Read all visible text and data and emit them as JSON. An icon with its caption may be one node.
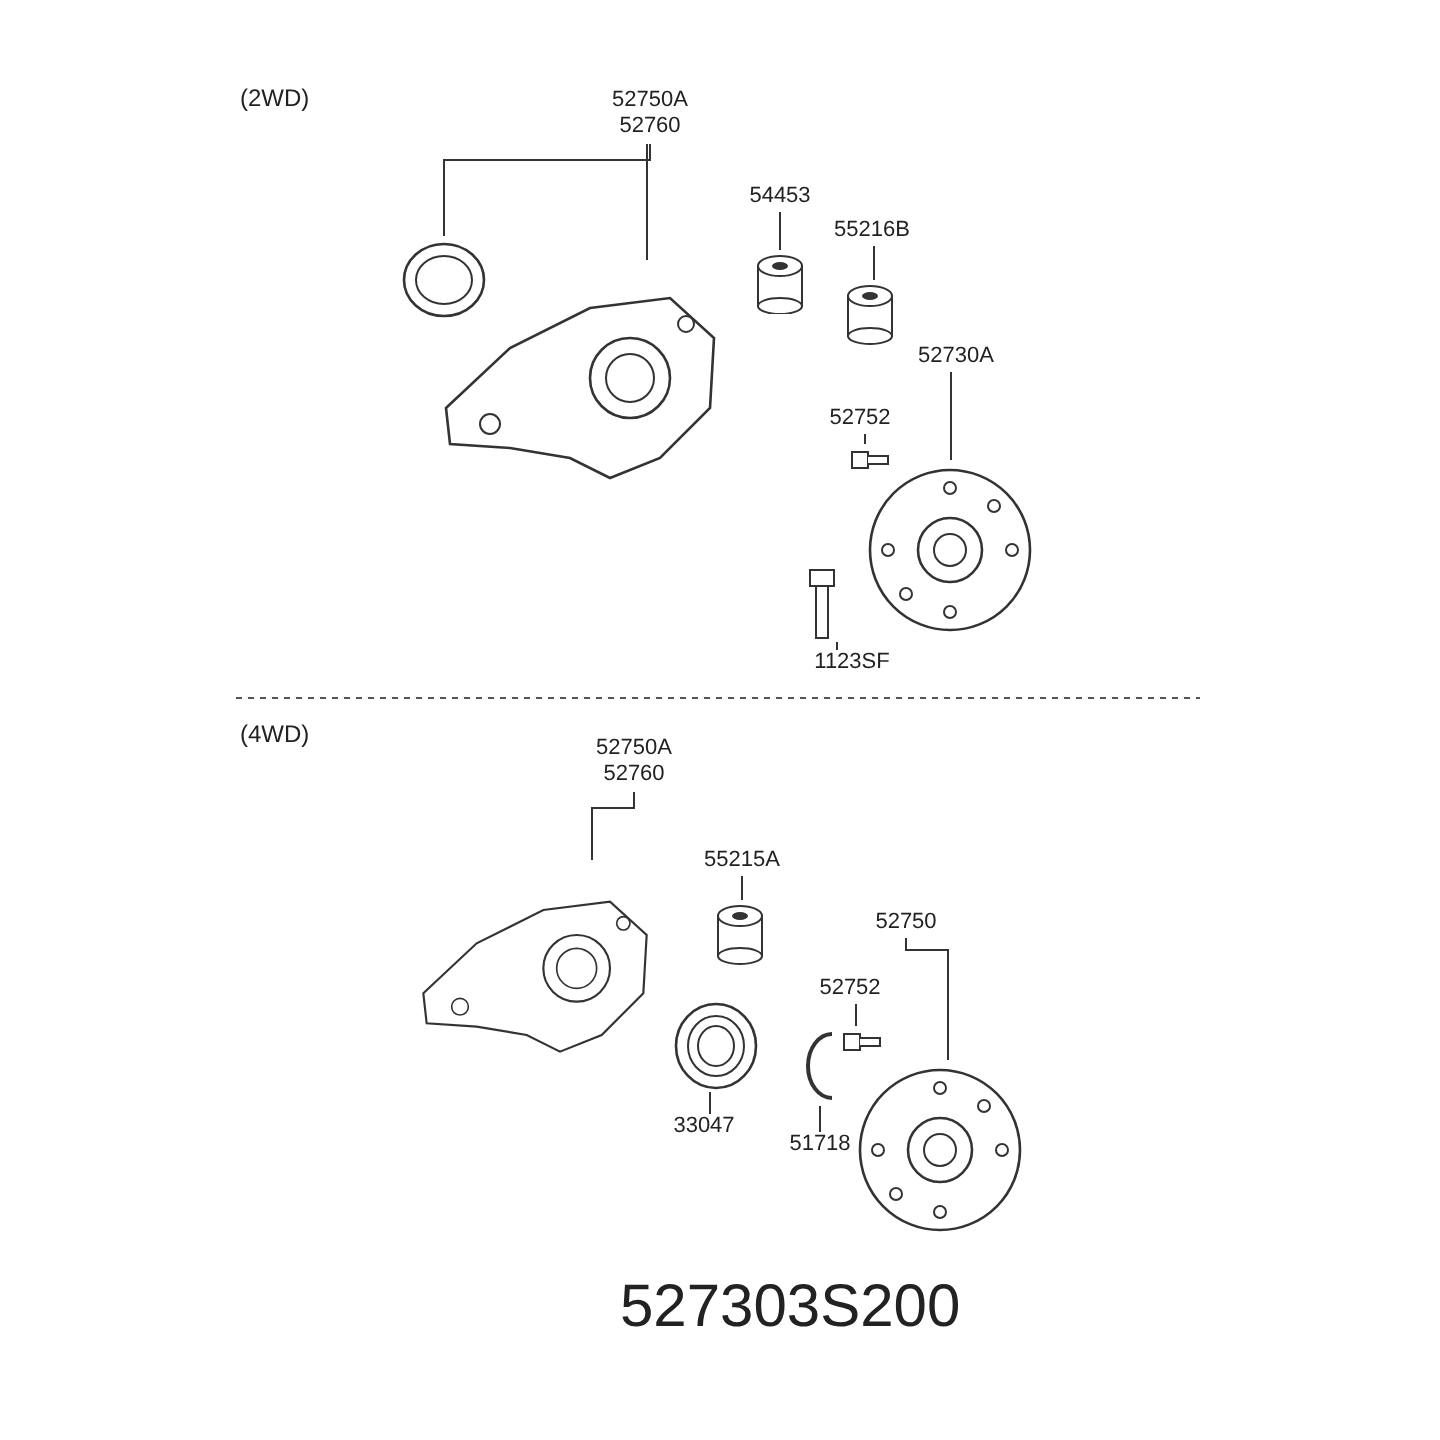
{
  "diagram": {
    "nodes": [
      {
        "text": [
          "52750A",
          "52760"
        ]
      },
      {
        "text": [
          "54453"
        ]
      },
      {
        "text": [
          "55216B"
        ]
      },
      {
        "text": [],
        "shape": "picture"
      },
      {
        "text": [],
        "shape": "picture"
      },
      {
        "text": [],
        "shape": "cylinder"
      },
      {
        "text": [],
        "shape": "cylinder"
      },
      {
        "text": [
          "52730A"
        ]
      },
      {
        "text": [
          "52752"
        ]
      },
      {
        "text": [],
        "shape": "picture"
      },
      {
        "text": [],
        "shape": "picture"
      },
      {
        "text": [],
        "shape": "picture"
      },
      {
        "text": [
          "1123SF"
        ]
      },
      {
        "text": [
          "52750A",
          "52760"
        ]
      },
      {
        "text": [
          "55215A"
        ]
      },
      {
        "text": [],
        "shape": "picture"
      },
      {
        "text": [],
        "shape": "cylinder"
      },
      {
        "text": [
          "52750"
        ]
      },
      {
        "text": [
          "52752"
        ]
      },
      {
        "text": [],
        "shape": "picture"
      },
      {
        "text": [],
        "shape": "picture"
      },
      {
        "text": [],
        "shape": "picture"
      },
      {
        "text": [],
        "shape": "picture"
      },
      {
        "text": [
          "33047"
        ]
      },
      {
        "text": [
          "51718"
        ]
      }
    ],
    "edges": [
      {
        "from": 0,
        "to": 3,
        "arrow": "none"
      },
      {
        "from": 0,
        "to": 4,
        "arrow": "none"
      },
      {
        "from": 1,
        "to": 5,
        "arrow": "none"
      },
      {
        "from": 2,
        "to": 6,
        "arrow": "none"
      },
      {
        "from": 7,
        "to": 10,
        "arrow": "none"
      },
      {
        "from": 8,
        "to": 9,
        "arrow": "none"
      },
      {
        "from": 12,
        "to": 11,
        "arrow": "none"
      },
      {
        "from": 13,
        "to": 15,
        "arrow": "none"
      },
      {
        "from": 14,
        "to": 16,
        "arrow": "none"
      },
      {
        "from": 17,
        "to": 22,
        "arrow": "none"
      },
      {
        "from": 18,
        "to": 21,
        "arrow": "none"
      },
      {
        "from": 23,
        "to": 19,
        "arrow": "none"
      },
      {
        "from": 24,
        "to": 20,
        "arrow": "none"
      }
    ],
    "labels": [
      "(2WD)",
      "(4WD)",
      "527303S200"
    ]
  }
}
